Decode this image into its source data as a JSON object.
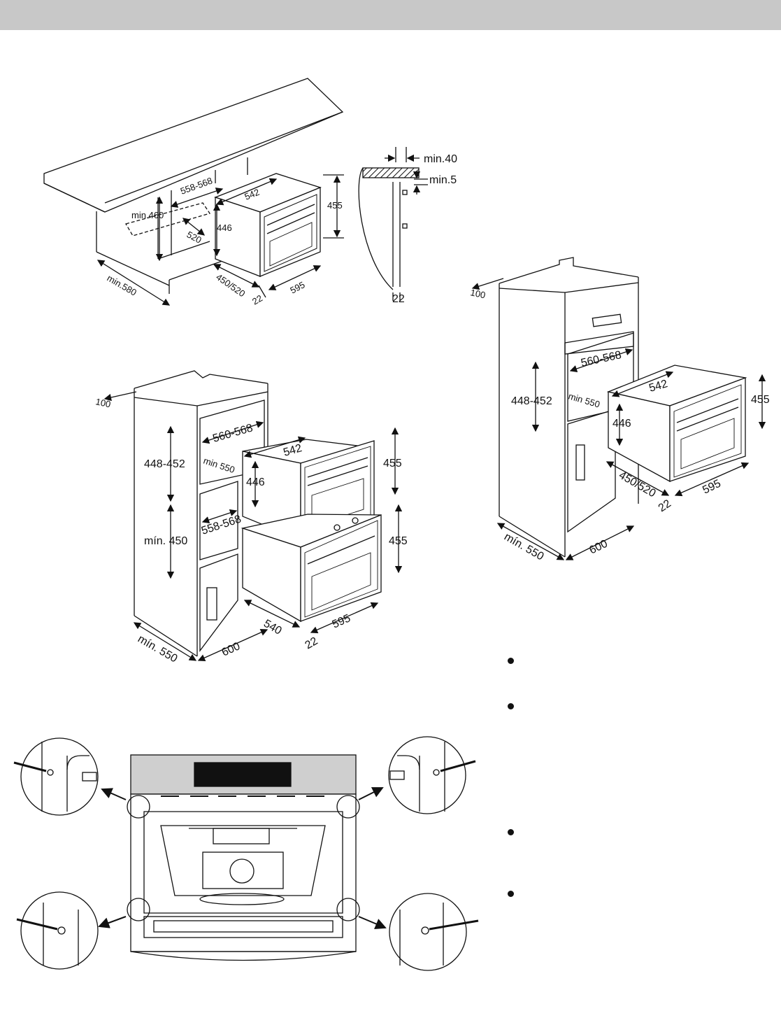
{
  "header_band": "",
  "diagram_under_counter": {
    "labels": {
      "width_range": "558-568",
      "oven_depth": "542",
      "height_min": "min.460",
      "depth_520": "520",
      "oven_height_body": "446",
      "oven_height_total": "455",
      "depth_min": "min.580",
      "depth_opts": "450/520",
      "front_width": "595",
      "front_thick": "22"
    }
  },
  "diagram_section": {
    "labels": {
      "top_gap": "min.40",
      "side_gap": "min.5",
      "front_thick": "22"
    }
  },
  "diagram_column_double": {
    "labels": {
      "vent": "100",
      "niche_width": "560-568",
      "niche_height": "448-452",
      "niche_depth": "min 550",
      "oven_depth": "542",
      "oven_height_body": "446",
      "oven_height_total": "455",
      "lower_width": "558-568",
      "lower_height": "mín. 450",
      "lower_oven_height": "455",
      "lower_depth": "540",
      "front_width": "595",
      "front_thick": "22",
      "cabinet_depth": "mín. 550",
      "cabinet_width": "600"
    }
  },
  "diagram_column_single": {
    "labels": {
      "vent": "100",
      "niche_width": "560-568",
      "niche_height": "448-452",
      "niche_depth": "min 550",
      "oven_depth": "542",
      "oven_height_body": "446",
      "oven_height_total": "455",
      "depth_opts": "450/520",
      "front_thick": "22",
      "front_width": "595",
      "cabinet_depth": "mín. 550",
      "cabinet_width": "600"
    }
  },
  "bullets": [
    "",
    "",
    "",
    ""
  ]
}
